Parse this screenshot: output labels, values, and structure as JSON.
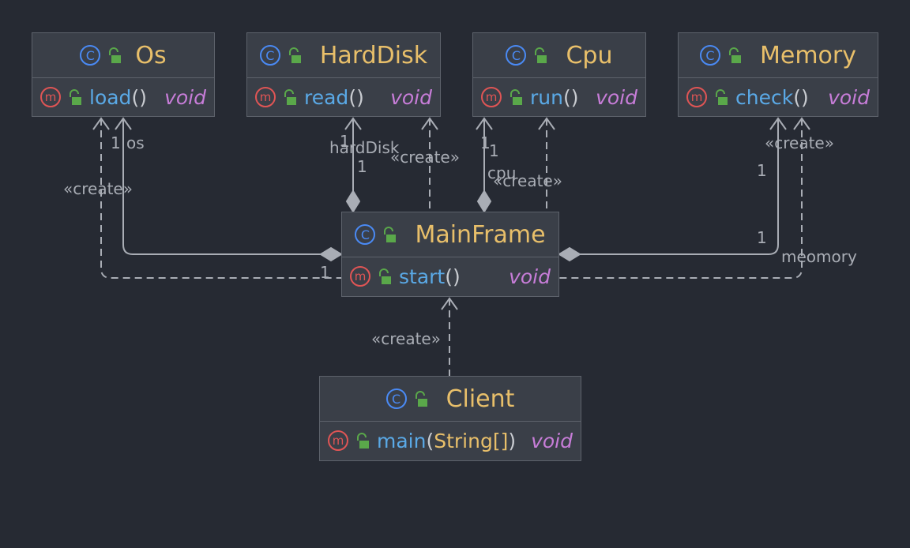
{
  "colors": {
    "background": "#262a33",
    "class_box": "#3a3f48",
    "class_name": "#e8bf6a",
    "method_name": "#5aa9e6",
    "return_type": "#c77dd8",
    "class_icon": "#4a8af4",
    "method_icon": "#e05555",
    "visibility_icon": "#5aa84a",
    "edge": "#a9adb5"
  },
  "icons": {
    "class": "C",
    "method": "m",
    "visibility": "unlock-icon"
  },
  "classes": {
    "os": {
      "name": "Os",
      "method": "load",
      "parens": "()",
      "return_type": "void"
    },
    "harddisk": {
      "name": "HardDisk",
      "method": "read",
      "parens": "()",
      "return_type": "void"
    },
    "cpu": {
      "name": "Cpu",
      "method": "run",
      "parens": "()",
      "return_type": "void"
    },
    "memory": {
      "name": "Memory",
      "method": "check",
      "parens": "()",
      "return_type": "void"
    },
    "mainframe": {
      "name": "MainFrame",
      "method": "start",
      "parens": "()",
      "return_type": "void"
    },
    "client": {
      "name": "Client",
      "method": "main",
      "paren_open": "(",
      "param_type": "String[]",
      "paren_close": ")",
      "return_type": "void"
    }
  },
  "labels": {
    "os_mult_top": "1",
    "os_role": "os",
    "os_create": "«create»",
    "os_mult_bottom": "1",
    "hd_mult_top": "1",
    "hd_role": "hardDisk",
    "hd_mult_bottom": "1",
    "hd_create": "«create»",
    "cpu_mult_a": "1",
    "cpu_mult_b": "1",
    "cpu_role": "cpu",
    "cpu_create": "«create»",
    "mem_create": "«create»",
    "mem_mult_top": "1",
    "mem_mult_bottom": "1",
    "mem_role": "meomory",
    "client_create": "«create»"
  }
}
